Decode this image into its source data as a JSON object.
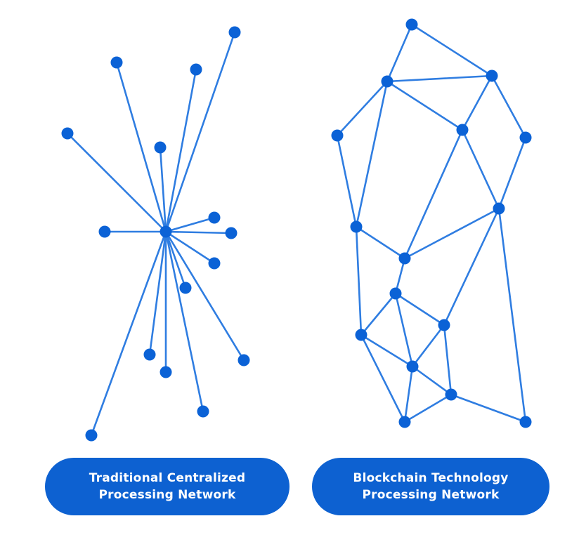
{
  "labels": {
    "centralized": {
      "line1": "Traditional Centralized",
      "line2": "Processing Network"
    },
    "blockchain": {
      "line1": "Blockchain Technology",
      "line2": "Processing Network"
    }
  },
  "colors": {
    "node": "#0b62d6",
    "edge": "#2f7de1",
    "pill": "#0d61d1",
    "pill_text": "#ffffff",
    "background": "#ffffff"
  }
}
